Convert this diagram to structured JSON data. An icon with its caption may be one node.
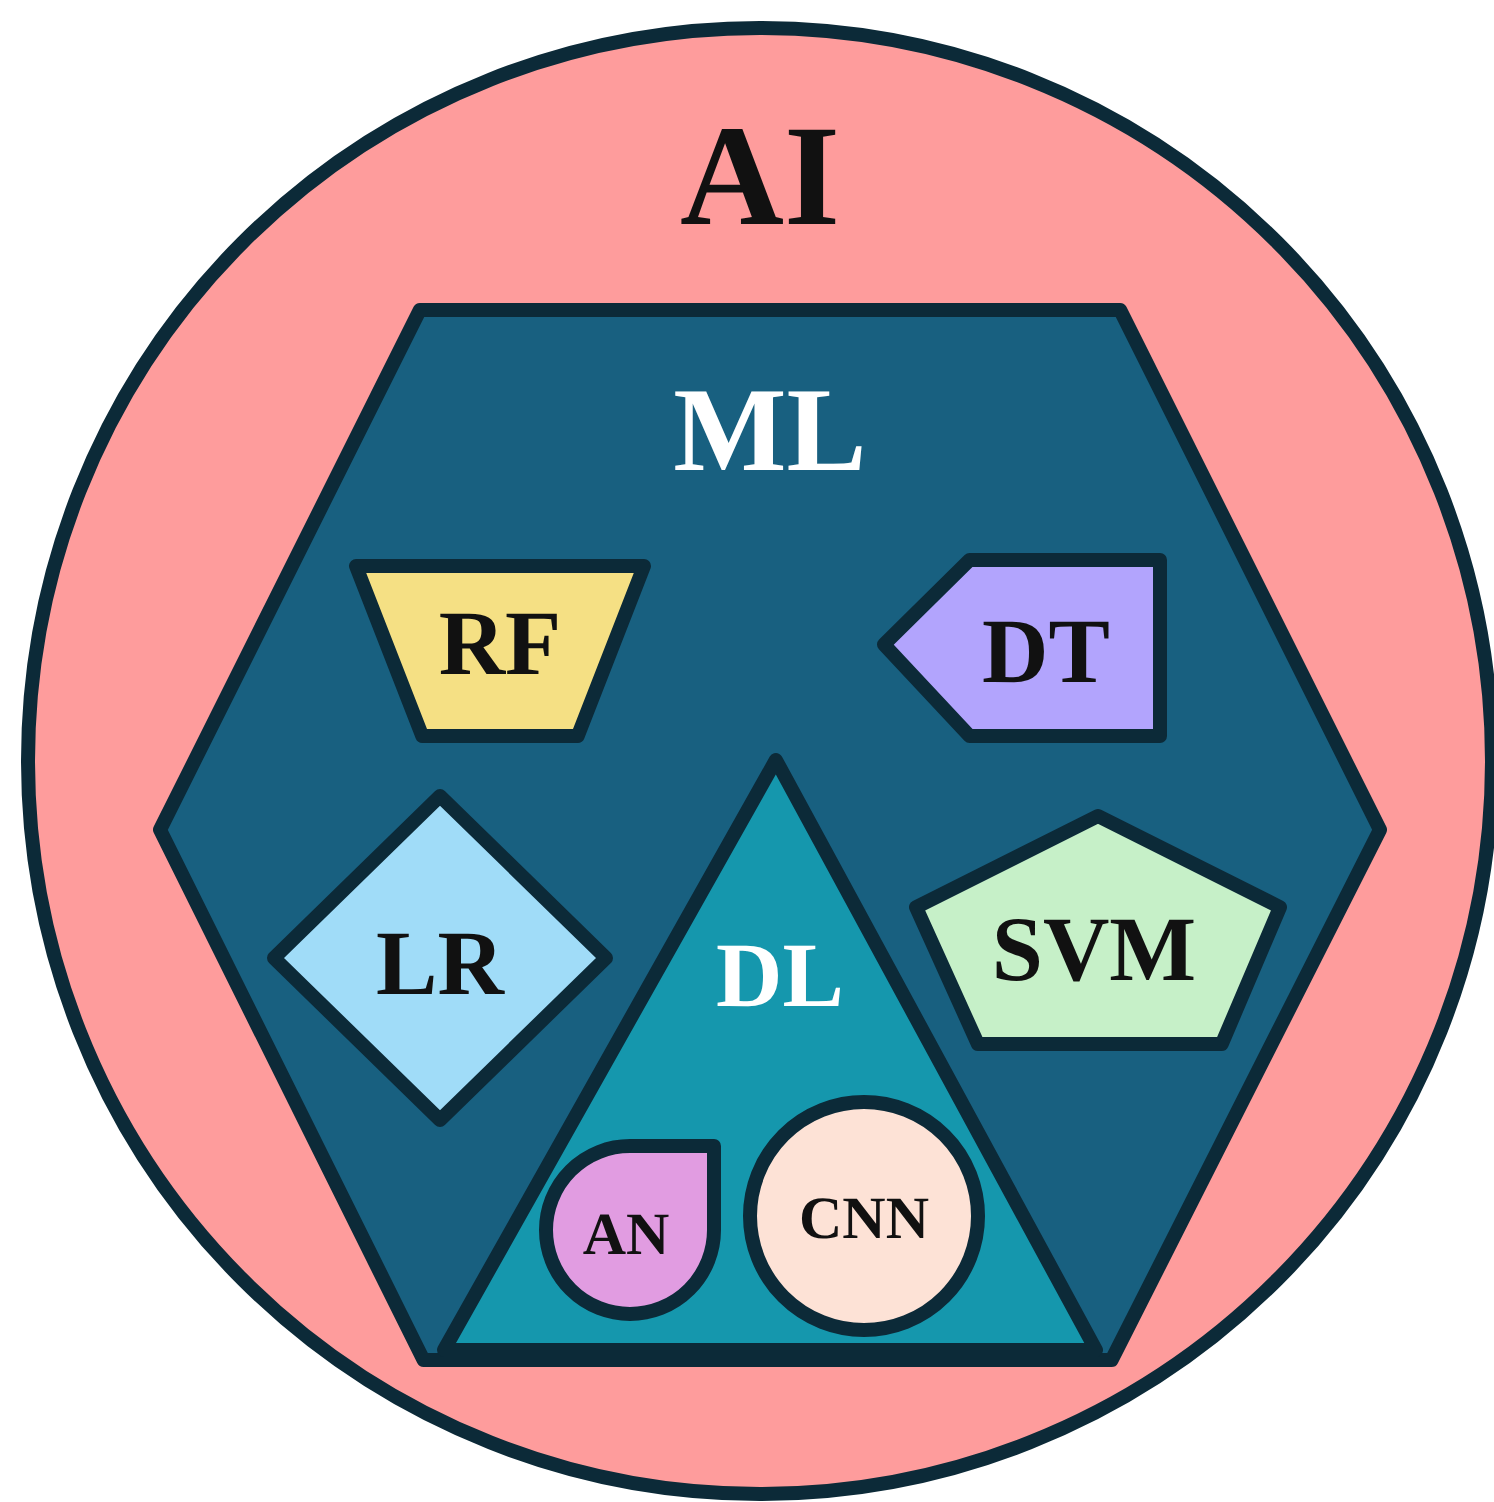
{
  "diagram": {
    "nodes": [
      {
        "text": [
          "AI"
        ]
      },
      {
        "text": [
          "ML"
        ],
        "in": 0
      },
      {
        "text": [
          "RF"
        ],
        "in": 1
      },
      {
        "text": [
          "DT"
        ],
        "in": 1
      },
      {
        "text": [
          "LR"
        ],
        "in": 1
      },
      {
        "text": [
          "DL"
        ],
        "in": 1
      },
      {
        "text": [
          "SVM"
        ],
        "in": 1
      },
      {
        "text": [
          "AN"
        ],
        "in": 5
      },
      {
        "text": [
          "CNN"
        ],
        "in": 5
      }
    ],
    "edges": []
  }
}
